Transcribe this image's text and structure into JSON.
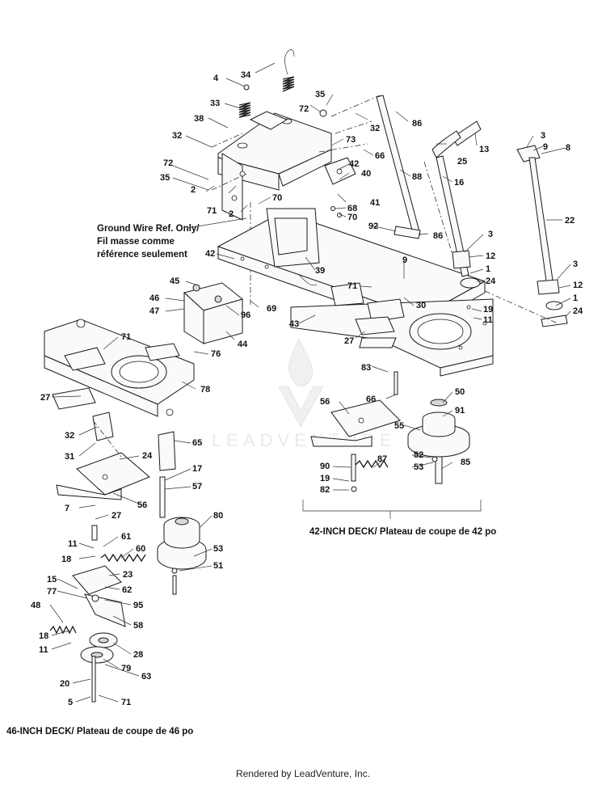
{
  "diagram": {
    "notes": {
      "ground_wire": [
        "Ground Wire Ref. Only/",
        "Fil masse comme",
        "référence seulement"
      ],
      "deck_42": "42-INCH DECK/ Plateau de coupe de 42 po",
      "deck_46": "46-INCH DECK/ Plateau de coupe de 46 po"
    },
    "watermark": "LEADVENTURE",
    "callouts": [
      {
        "label": "34"
      },
      {
        "label": "4"
      },
      {
        "label": "33"
      },
      {
        "label": "38"
      },
      {
        "label": "35"
      },
      {
        "label": "72"
      },
      {
        "label": "32"
      },
      {
        "label": "86"
      },
      {
        "label": "32"
      },
      {
        "label": "13"
      },
      {
        "label": "3"
      },
      {
        "label": "9"
      },
      {
        "label": "8"
      },
      {
        "label": "73"
      },
      {
        "label": "66"
      },
      {
        "label": "25"
      },
      {
        "label": "88"
      },
      {
        "label": "72"
      },
      {
        "label": "35"
      },
      {
        "label": "42"
      },
      {
        "label": "40"
      },
      {
        "label": "16"
      },
      {
        "label": "2"
      },
      {
        "label": "71"
      },
      {
        "label": "2"
      },
      {
        "label": "70"
      },
      {
        "label": "41"
      },
      {
        "label": "68"
      },
      {
        "label": "70"
      },
      {
        "label": "22"
      },
      {
        "label": "92"
      },
      {
        "label": "86"
      },
      {
        "label": "3"
      },
      {
        "label": "42"
      },
      {
        "label": "39"
      },
      {
        "label": "9"
      },
      {
        "label": "12"
      },
      {
        "label": "1"
      },
      {
        "label": "3"
      },
      {
        "label": "45"
      },
      {
        "label": "71"
      },
      {
        "label": "24"
      },
      {
        "label": "12"
      },
      {
        "label": "46"
      },
      {
        "label": "30"
      },
      {
        "label": "1"
      },
      {
        "label": "47"
      },
      {
        "label": "96"
      },
      {
        "label": "69"
      },
      {
        "label": "19"
      },
      {
        "label": "24"
      },
      {
        "label": "43"
      },
      {
        "label": "11"
      },
      {
        "label": "44"
      },
      {
        "label": "27"
      },
      {
        "label": "71"
      },
      {
        "label": "83"
      },
      {
        "label": "76"
      },
      {
        "label": "78"
      },
      {
        "label": "50"
      },
      {
        "label": "27"
      },
      {
        "label": "56"
      },
      {
        "label": "66"
      },
      {
        "label": "91"
      },
      {
        "label": "32"
      },
      {
        "label": "55"
      },
      {
        "label": "65"
      },
      {
        "label": "31"
      },
      {
        "label": "24"
      },
      {
        "label": "52"
      },
      {
        "label": "87"
      },
      {
        "label": "90"
      },
      {
        "label": "53"
      },
      {
        "label": "85"
      },
      {
        "label": "17"
      },
      {
        "label": "19"
      },
      {
        "label": "57"
      },
      {
        "label": "82"
      },
      {
        "label": "7"
      },
      {
        "label": "56"
      },
      {
        "label": "27"
      },
      {
        "label": "80"
      },
      {
        "label": "11"
      },
      {
        "label": "61"
      },
      {
        "label": "60"
      },
      {
        "label": "53"
      },
      {
        "label": "18"
      },
      {
        "label": "51"
      },
      {
        "label": "15"
      },
      {
        "label": "23"
      },
      {
        "label": "77"
      },
      {
        "label": "62"
      },
      {
        "label": "48"
      },
      {
        "label": "95"
      },
      {
        "label": "58"
      },
      {
        "label": "18"
      },
      {
        "label": "11"
      },
      {
        "label": "28"
      },
      {
        "label": "79"
      },
      {
        "label": "63"
      },
      {
        "label": "20"
      },
      {
        "label": "5"
      },
      {
        "label": "71"
      }
    ]
  },
  "footer": "Rendered by LeadVenture, Inc."
}
